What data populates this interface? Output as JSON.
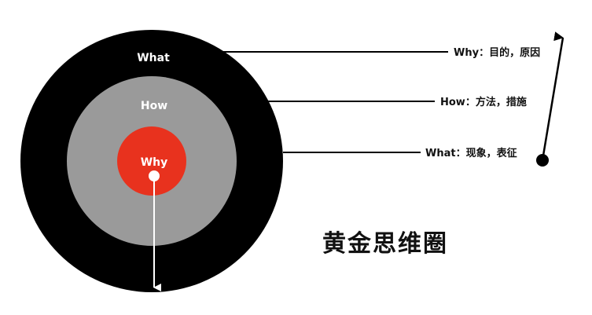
{
  "diagram": {
    "title": "黄金思维圈",
    "rings": {
      "outer": {
        "label": "What",
        "color": "#000000"
      },
      "middle": {
        "label": "How",
        "color": "#9a9a9a"
      },
      "inner": {
        "label": "Why",
        "color": "#e8321e"
      }
    },
    "callouts": [
      {
        "label": "Why：目的，原因"
      },
      {
        "label": "How：方法，措施"
      },
      {
        "label": "What：现象，表征"
      }
    ],
    "colors": {
      "lines": "#000000",
      "arrow_down": "#ffffff"
    }
  }
}
